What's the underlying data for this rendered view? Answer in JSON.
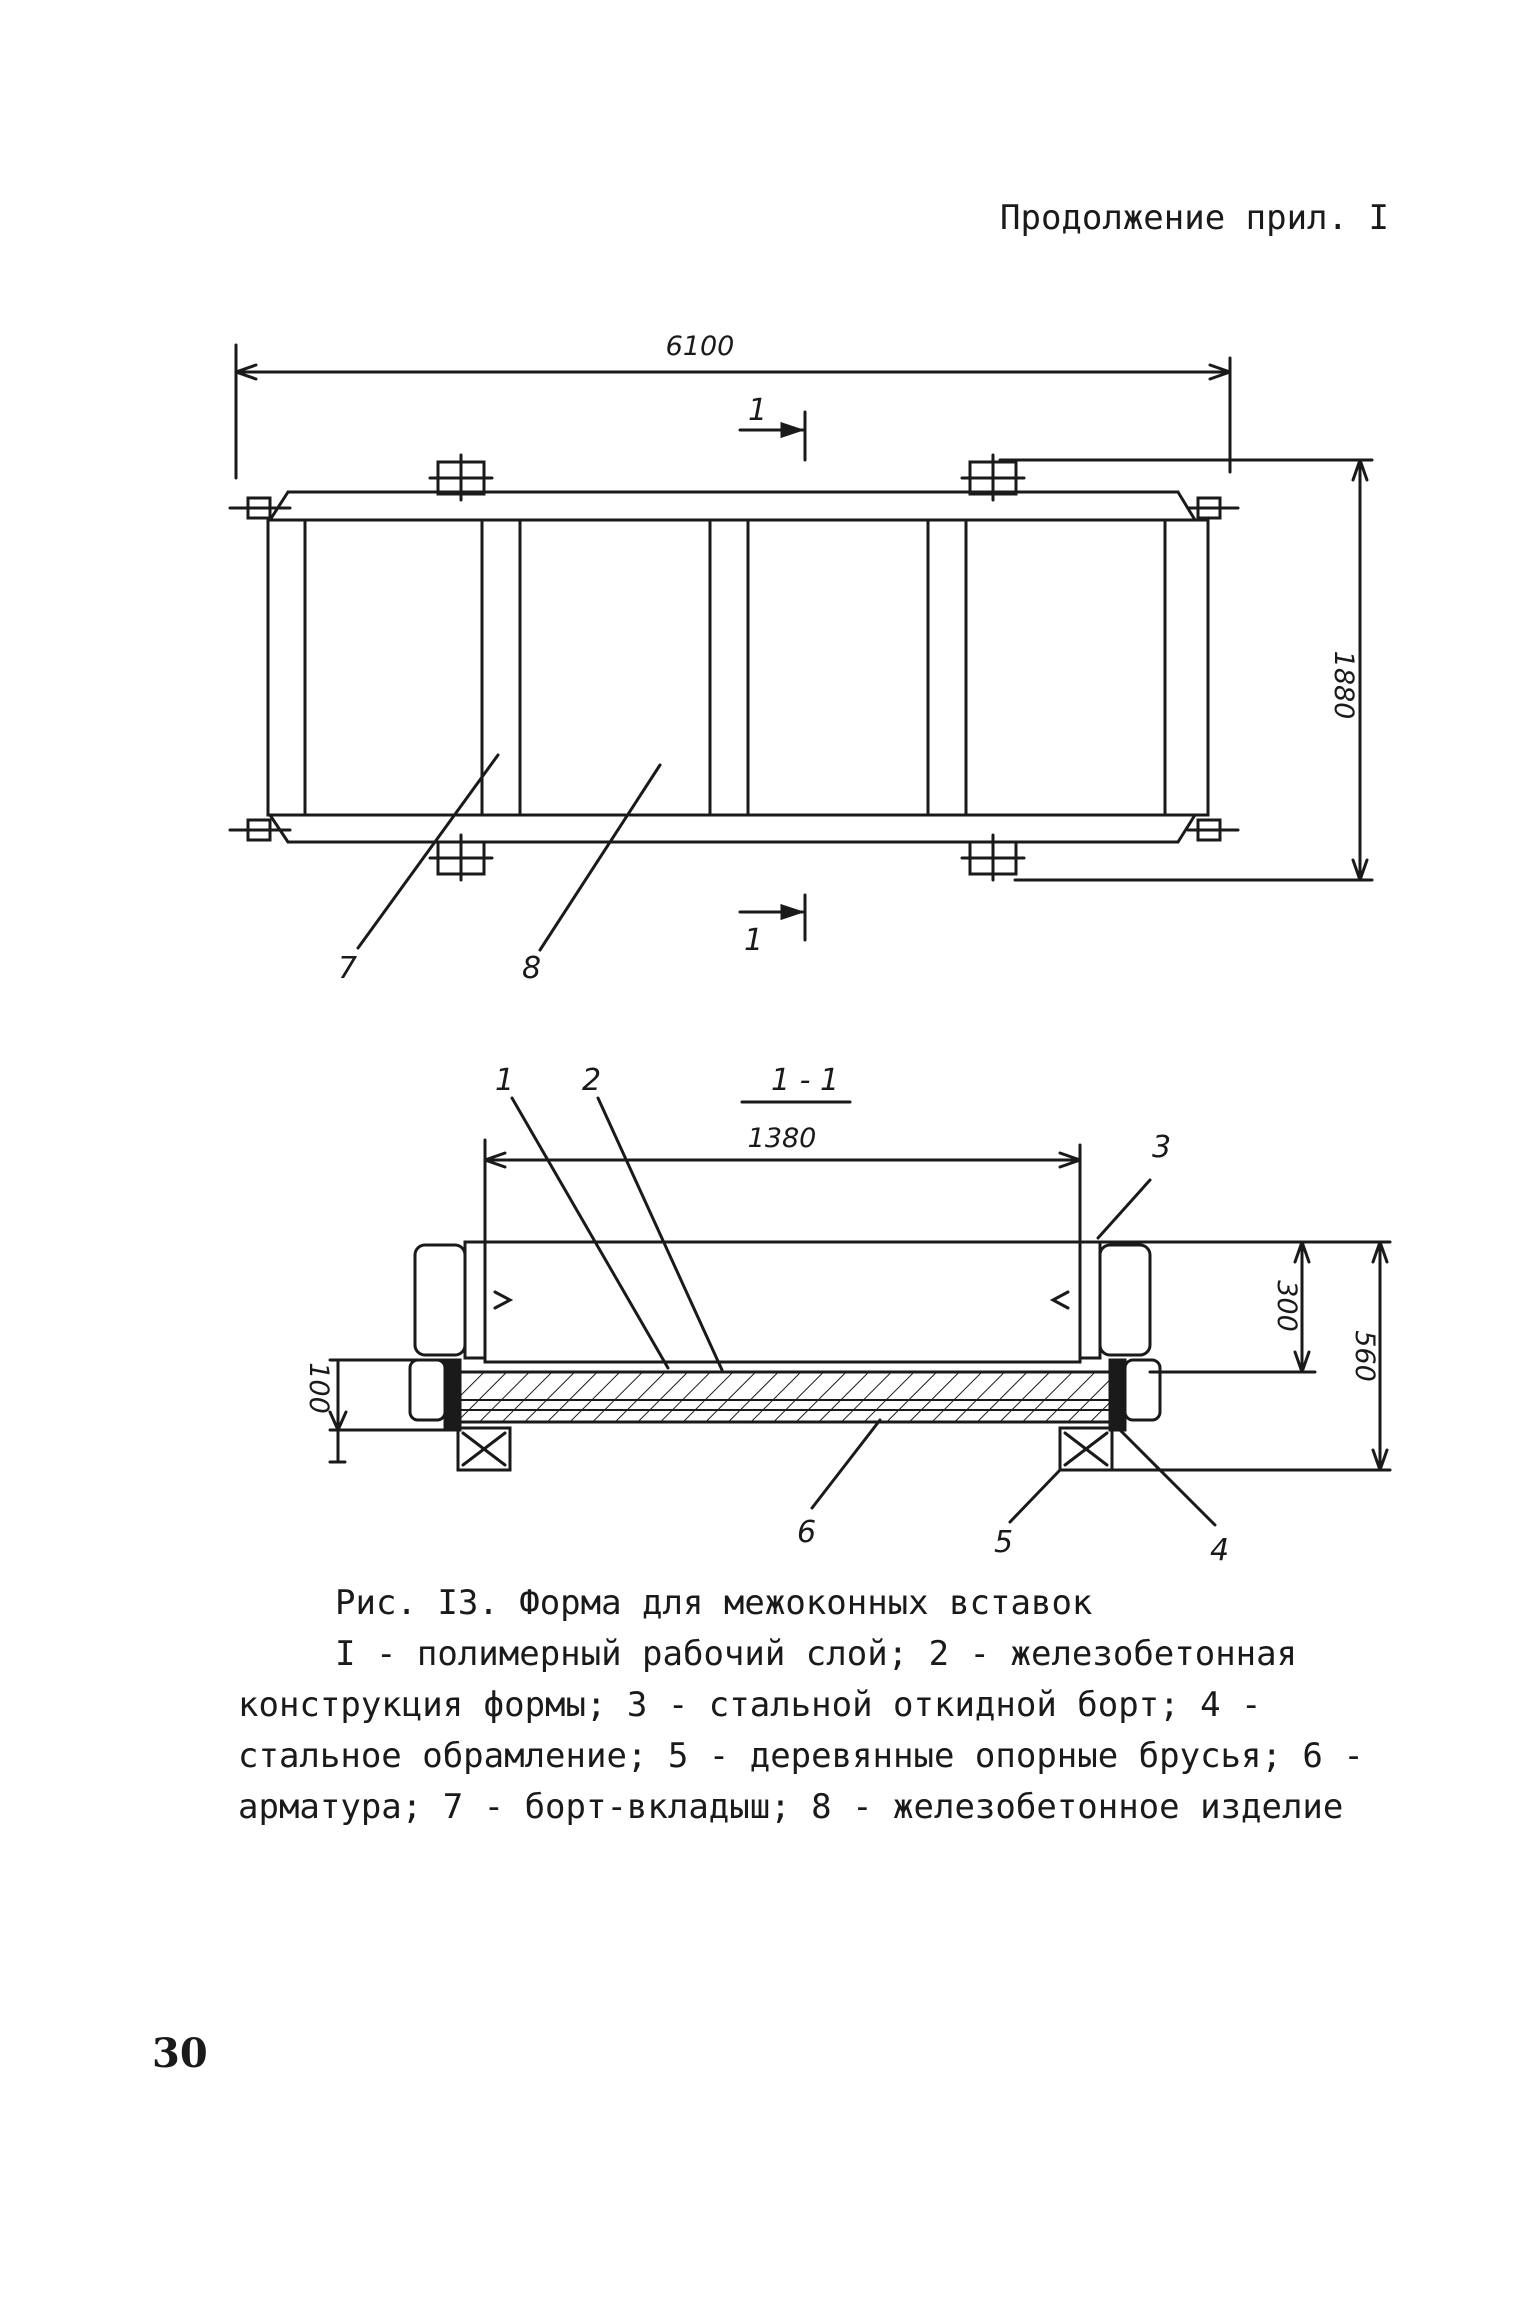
{
  "header": {
    "text": "Продолжение прил. I"
  },
  "plan_view": {
    "length_dim": "6100",
    "width_dim": "1880",
    "section_mark_top": "1",
    "section_mark_bottom": "1",
    "labels": [
      "7",
      "8"
    ]
  },
  "section_view": {
    "title": "1 - 1",
    "inner_width_dim": "1380",
    "height_dims": [
      "300",
      "560"
    ],
    "left_dim": "100",
    "labels": [
      "1",
      "2",
      "3",
      "4",
      "5",
      "6"
    ]
  },
  "caption": {
    "title": "Рис. I3. Форма для межоконных вставок",
    "legend": "I - полимерный рабочий слой; 2 - железобетонная конструкция формы; 3 - стальной откидной борт; 4 - стальное обрамление; 5 - деревянные опорные брусья; 6 - арматура; 7 - борт-вкладыш; 8 - железобетонное изделие"
  },
  "page_number": "30"
}
